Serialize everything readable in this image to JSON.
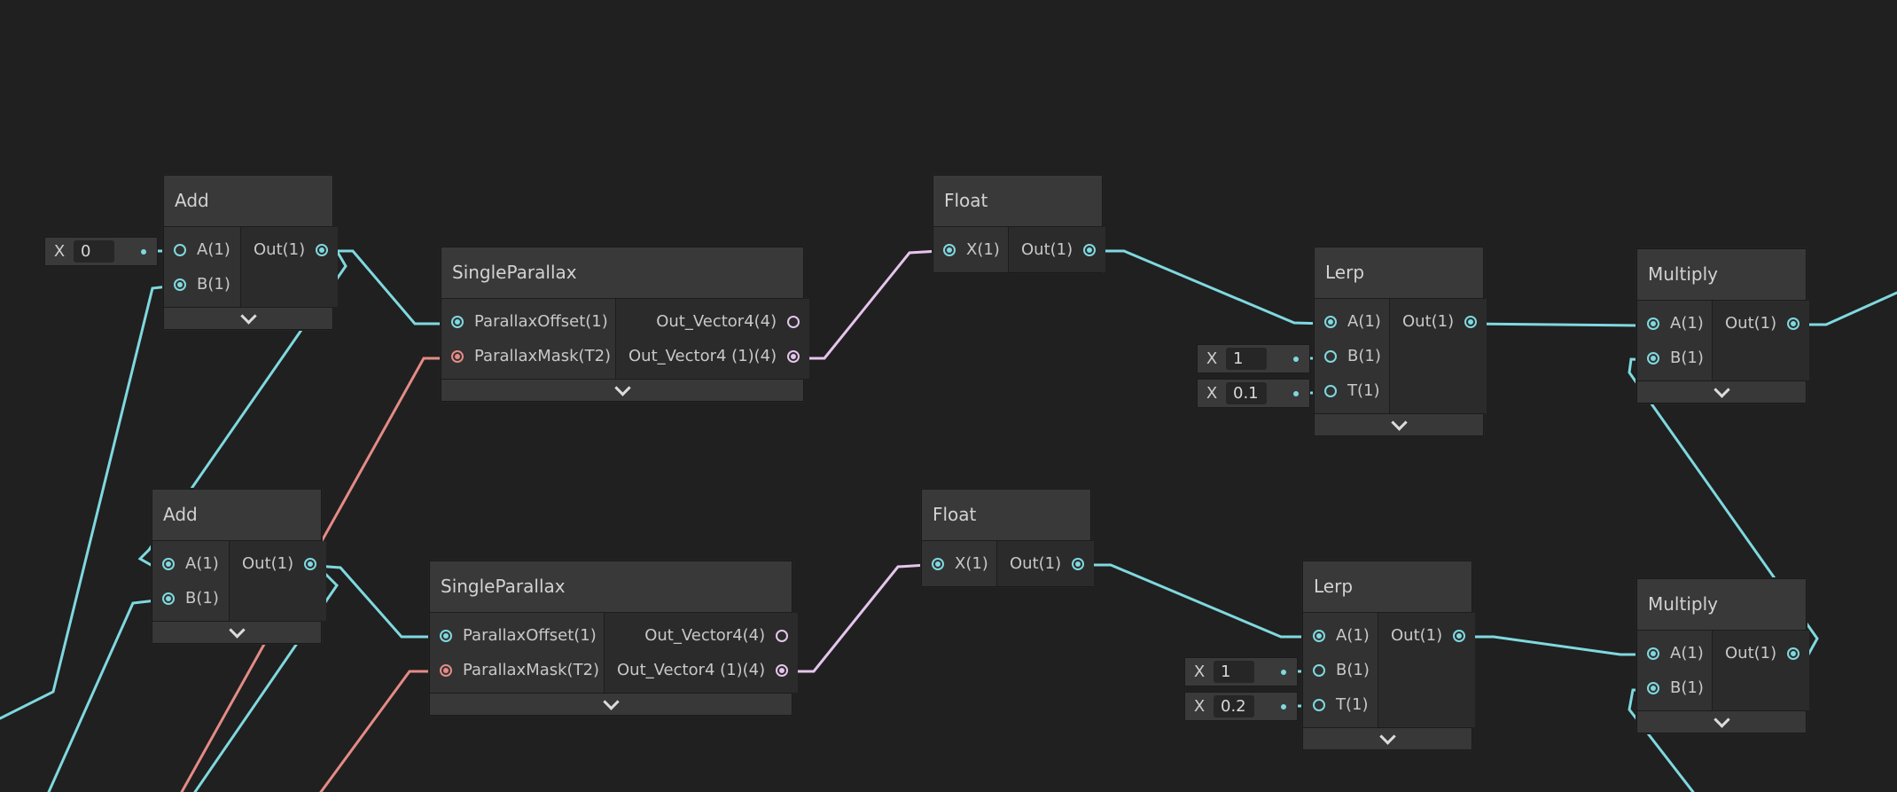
{
  "colors": {
    "background": "#202020",
    "float_wire": "#7fd9df",
    "texture_wire": "#e58b86",
    "vector4_wire": "#e5c5ec",
    "node_header": "#393939",
    "node_body": "#2d2d2d"
  },
  "nodes": {
    "add_top": {
      "title": "Add",
      "inputs": [
        "A(1)",
        "B(1)"
      ],
      "output": "Out(1)"
    },
    "add_bottom": {
      "title": "Add",
      "inputs": [
        "A(1)",
        "B(1)"
      ],
      "output": "Out(1)"
    },
    "parallax_top": {
      "title": "SingleParallax",
      "inputs": [
        "ParallaxOffset(1)",
        "ParallaxMask(T2)"
      ],
      "outputs": [
        "Out_Vector4(4)",
        "Out_Vector4 (1)(4)"
      ]
    },
    "parallax_bottom": {
      "title": "SingleParallax",
      "inputs": [
        "ParallaxOffset(1)",
        "ParallaxMask(T2)"
      ],
      "outputs": [
        "Out_Vector4(4)",
        "Out_Vector4 (1)(4)"
      ]
    },
    "float_top": {
      "title": "Float",
      "input": "X(1)",
      "output": "Out(1)"
    },
    "float_bottom": {
      "title": "Float",
      "input": "X(1)",
      "output": "Out(1)"
    },
    "lerp_top": {
      "title": "Lerp",
      "inputs": [
        "A(1)",
        "B(1)",
        "T(1)"
      ],
      "output": "Out(1)"
    },
    "lerp_bottom": {
      "title": "Lerp",
      "inputs": [
        "A(1)",
        "B(1)",
        "T(1)"
      ],
      "output": "Out(1)"
    },
    "multiply_top": {
      "title": "Multiply",
      "inputs": [
        "A(1)",
        "B(1)"
      ],
      "output": "Out(1)"
    },
    "multiply_bottom": {
      "title": "Multiply",
      "inputs": [
        "A(1)",
        "B(1)"
      ],
      "output": "Out(1)"
    }
  },
  "fields": {
    "add_top_a": {
      "axis": "X",
      "value": "0"
    },
    "lerp_top_b": {
      "axis": "X",
      "value": "1"
    },
    "lerp_top_t": {
      "axis": "X",
      "value": "0.1"
    },
    "lerp_bottom_b": {
      "axis": "X",
      "value": "1"
    },
    "lerp_bottom_t": {
      "axis": "X",
      "value": "0.2"
    }
  }
}
